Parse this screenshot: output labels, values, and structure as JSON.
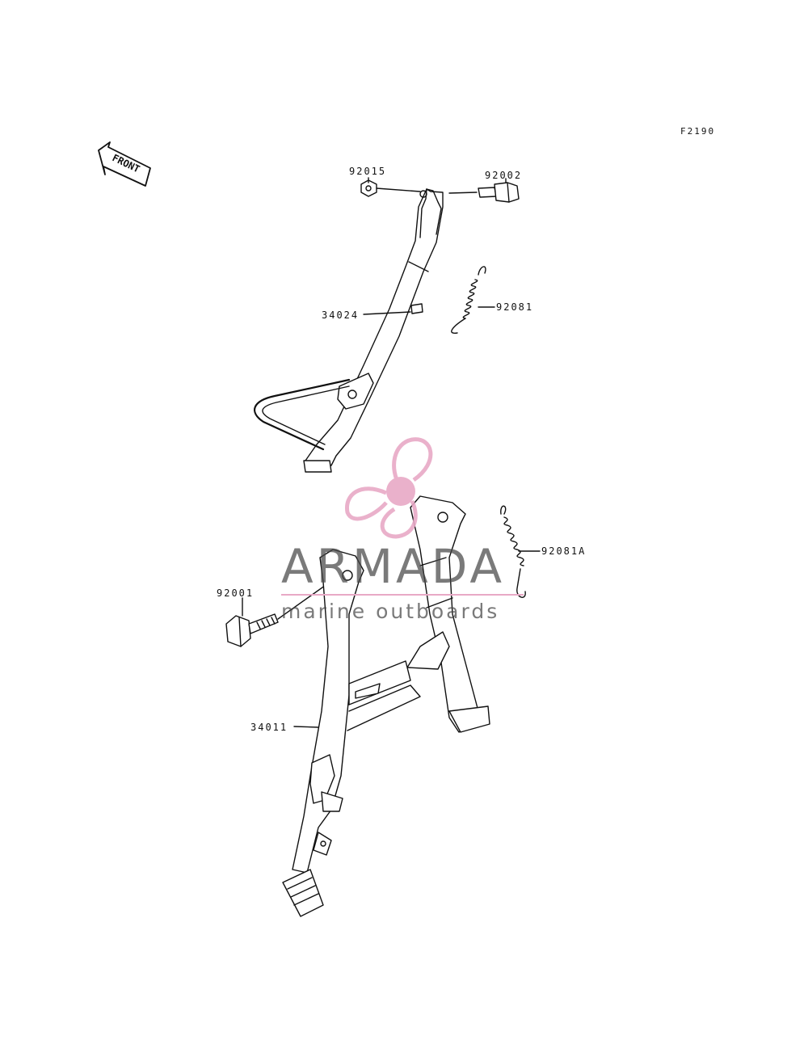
{
  "diagram": {
    "figure_code": "F2190",
    "front_marker": "FRONT",
    "parts": [
      {
        "number": "92015"
      },
      {
        "number": "92002"
      },
      {
        "number": "92081"
      },
      {
        "number": "34024"
      },
      {
        "number": "92081A"
      },
      {
        "number": "92001"
      },
      {
        "number": "34011"
      }
    ]
  },
  "watermark": {
    "brand": "ARMADA",
    "tagline": "marine outboards",
    "color": "#e8a9c6"
  }
}
